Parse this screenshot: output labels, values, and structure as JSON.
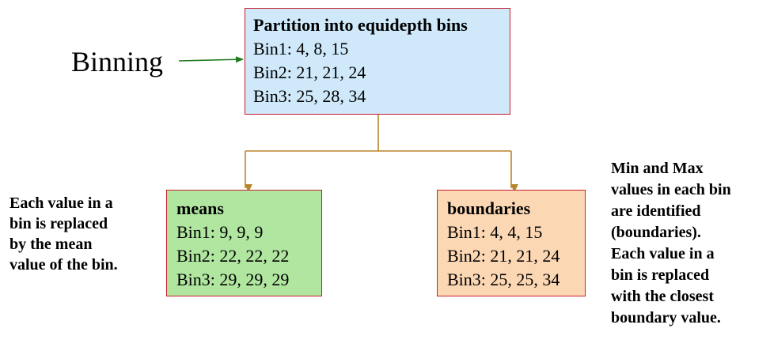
{
  "binning_label": "Binning",
  "top_box": {
    "title": "Partition into equidepth bins",
    "lines": [
      "Bin1: 4, 8, 15",
      "Bin2: 21, 21, 24",
      "Bin3: 25, 28, 34"
    ]
  },
  "means_box": {
    "title": "means",
    "lines": [
      "Bin1: 9, 9, 9",
      "Bin2: 22, 22, 22",
      "Bin3: 29, 29, 29"
    ]
  },
  "boundaries_box": {
    "title": "boundaries",
    "lines": [
      "Bin1: 4, 4, 15",
      "Bin2: 21, 21, 24",
      "Bin3: 25, 25, 34"
    ]
  },
  "left_note": {
    "lines": [
      "Each value in a",
      "bin is replaced",
      "by the mean",
      "value of the bin."
    ]
  },
  "right_note": {
    "lines": [
      "Min and Max",
      "values in each bin",
      "are identified",
      "(boundaries).",
      "Each value in a",
      "bin is replaced",
      "with the closest",
      "boundary value."
    ]
  },
  "colors": {
    "arrow_green": "#1e7b1e",
    "connector_gold": "#b8862a",
    "box_border": "#c8202a",
    "top_fill": "#cfe9fb",
    "means_fill": "#b0e6a0",
    "boundaries_fill": "#fcd7b4"
  }
}
